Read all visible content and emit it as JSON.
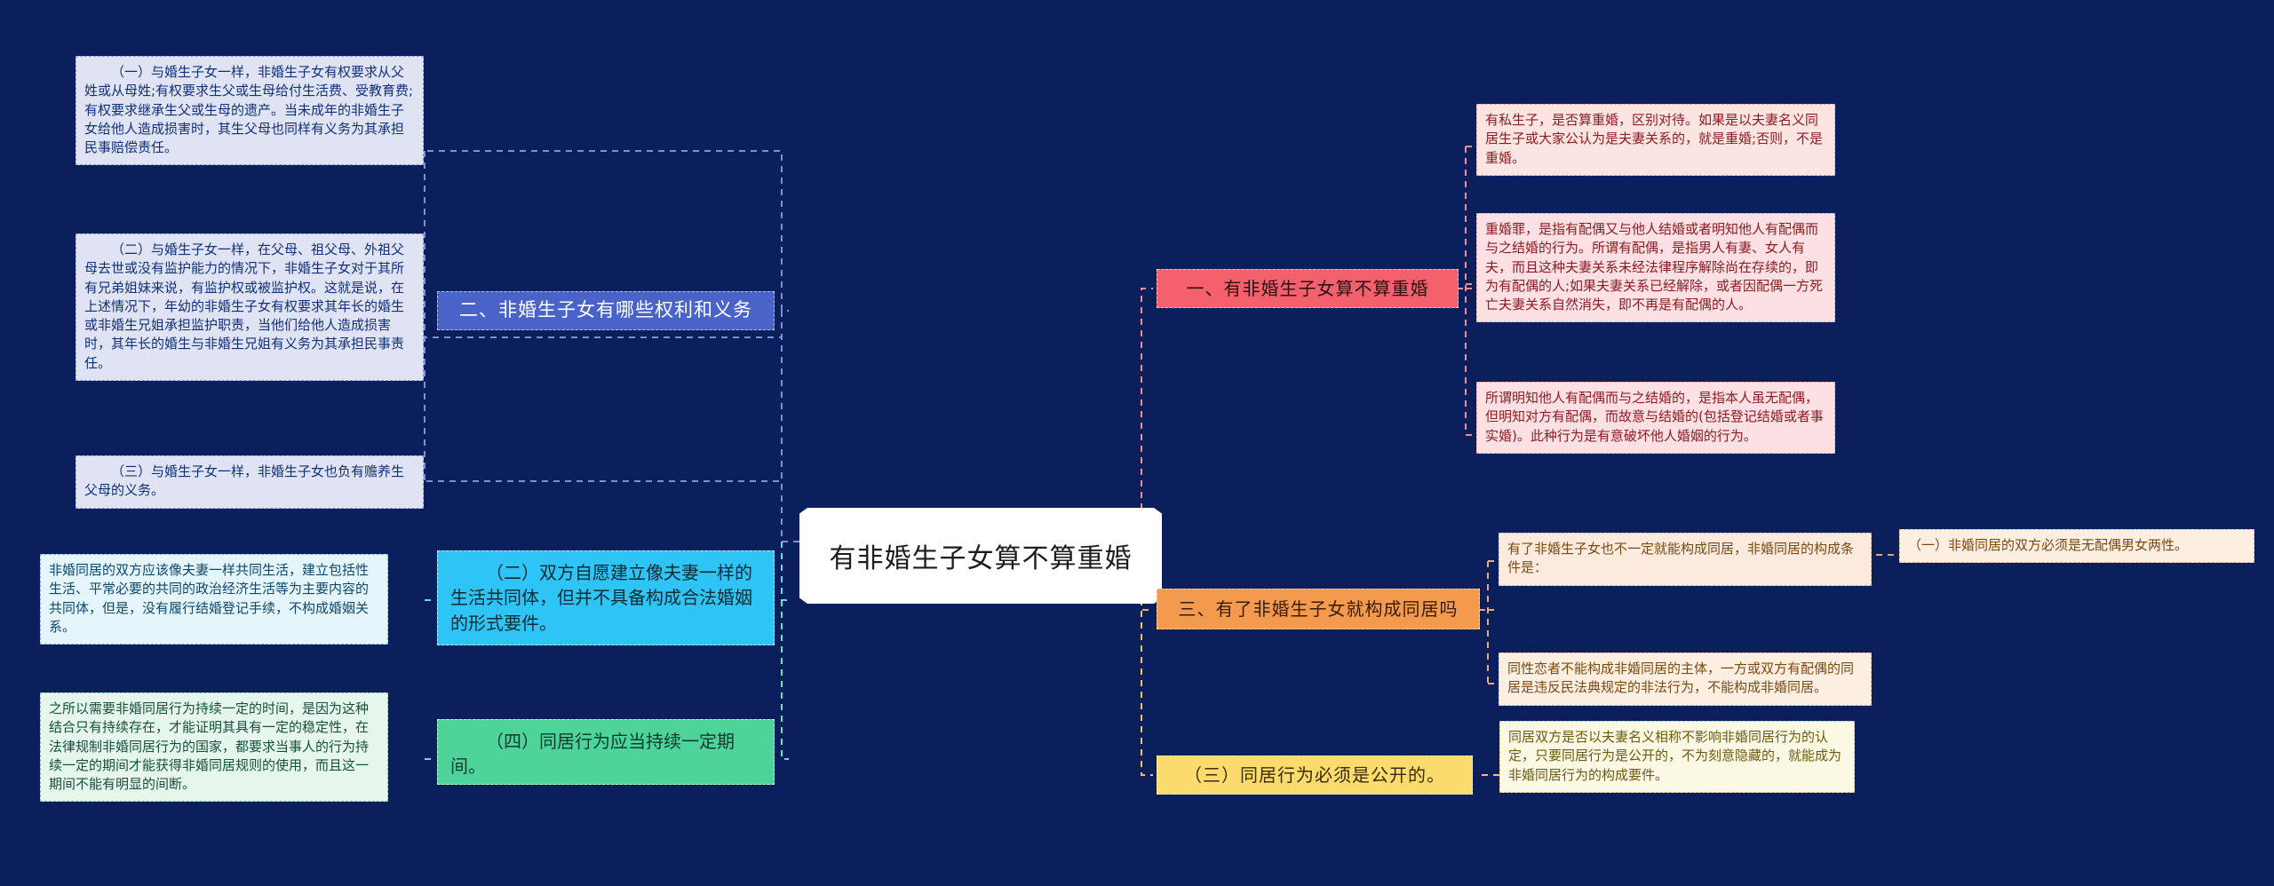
{
  "root": {
    "label": "有非婚生子女算不算重婚"
  },
  "branches": {
    "left": {
      "topic": {
        "label": "二、非婚生子女有哪些权利和义务"
      },
      "leaves": [
        {
          "name": "right-item-1",
          "text": "（一）与婚生子女一样，非婚生子女有权要求从父姓或从母姓;有权要求生父或生母给付生活费、受教育费;有权要求继承生父或生母的遗产。当未成年的非婚生子女给他人造成损害时，其生父母也同样有义务为其承担民事赔偿责任。"
        },
        {
          "name": "right-item-2",
          "text": "（二）与婚生子女一样，在父母、祖父母、外祖父母去世或没有监护能力的情况下，非婚生子女对于其所有兄弟姐妹来说，有监护权或被监护权。这就是说，在上述情况下，年幼的非婚生子女有权要求其年长的婚生或非婚生兄姐承担监护职责，当他们给他人造成损害时，其年长的婚生与非婚生兄姐有义务为其承担民事责任。"
        },
        {
          "name": "right-item-3",
          "text": "（三）与婚生子女一样，非婚生子女也负有赡养生父母的义务。"
        }
      ]
    },
    "left_lower": [
      {
        "topic": {
          "label": "（二）双方自愿建立像夫妻一样的生活共同体，但并不具备构成合法婚姻的形式要件。"
        },
        "leaf": {
          "text": "非婚同居的双方应该像夫妻一样共同生活，建立包括性生活、平常必要的共同的政治经济生活等为主要内容的共同体，但是，没有履行结婚登记手续，不构成婚姻关系。"
        }
      },
      {
        "topic": {
          "label": "（四）同居行为应当持续一定期间。"
        },
        "leaf": {
          "text": "之所以需要非婚同居行为持续一定的时间，是因为这种结合只有持续存在，才能证明其具有一定的稳定性，在法律规制非婚同居行为的国家，都要求当事人的行为持续一定的期间才能获得非婚同居规则的使用，而且这一期间不能有明显的间断。"
        }
      }
    ],
    "right": [
      {
        "topic": {
          "label": "一、有非婚生子女算不算重婚"
        },
        "leaves": [
          {
            "text": "有私生子，是否算重婚，区别对待。如果是以夫妻名义同居生子或大家公认为是夫妻关系的，就是重婚;否则，不是重婚。"
          },
          {
            "text": "重婚罪，是指有配偶又与他人结婚或者明知他人有配偶而与之结婚的行为。所谓有配偶，是指男人有妻、女人有夫，而且这种夫妻关系未经法律程序解除尚在存续的，即为有配偶的人;如果夫妻关系已经解除，或者因配偶一方死亡夫妻关系自然消失，即不再是有配偶的人。"
          },
          {
            "text": "所谓明知他人有配偶而与之结婚的，是指本人虽无配偶，但明知对方有配偶，而故意与结婚的(包括登记结婚或者事实婚)。此种行为是有意破坏他人婚姻的行为。"
          }
        ]
      },
      {
        "topic": {
          "label": "三、有了非婚生子女就构成同居吗"
        },
        "leaves": [
          {
            "text": "有了非婚生子女也不一定就能构成同居，非婚同居的构成条件是："
          },
          {
            "text": "同性恋者不能构成非婚同居的主体，一方或双方有配偶的同居是违反民法典规定的非法行为，不能构成非婚同居。"
          }
        ],
        "sub_leaf": {
          "text": "（一）非婚同居的双方必须是无配偶男女两性。"
        }
      },
      {
        "topic": {
          "label": "（三）同居行为必须是公开的。"
        },
        "leaves": [
          {
            "text": "同居双方是否以夫妻名义相称不影响非婚同居行为的认定，只要同居行为是公开的，不为刻意隐藏的，就能成为非婚同居行为的构成要件。"
          }
        ]
      }
    ]
  },
  "colors": {
    "background": "#0a1f5c",
    "root_bg": "#ffffff",
    "left_topic": "#4a63c8",
    "cyan_topic": "#2ec4f5",
    "green_topic": "#4ed39b",
    "red_topic": "#f4606c",
    "orange_topic": "#f49a4e",
    "yellow_topic": "#fbdb6d"
  }
}
